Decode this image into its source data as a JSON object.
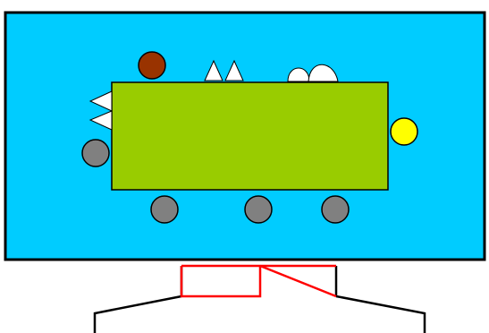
{
  "colors": {
    "page_background": "#ffffff",
    "screen_fill": "#00ccff",
    "frame_stroke": "#000000",
    "table_fill": "#99cc00",
    "table_stroke": "#000000",
    "brown_circle": "#993300",
    "gray_circle": "#808080",
    "yellow_circle": "#ffff00",
    "white_shape": "#ffffff",
    "stand_highlight": "#ff0000",
    "stand_stroke": "#000000"
  },
  "counts": {
    "gray_circles": 4,
    "brown_circles": 1,
    "yellow_circles": 1,
    "white_triangles": 4,
    "white_humps": 2
  }
}
